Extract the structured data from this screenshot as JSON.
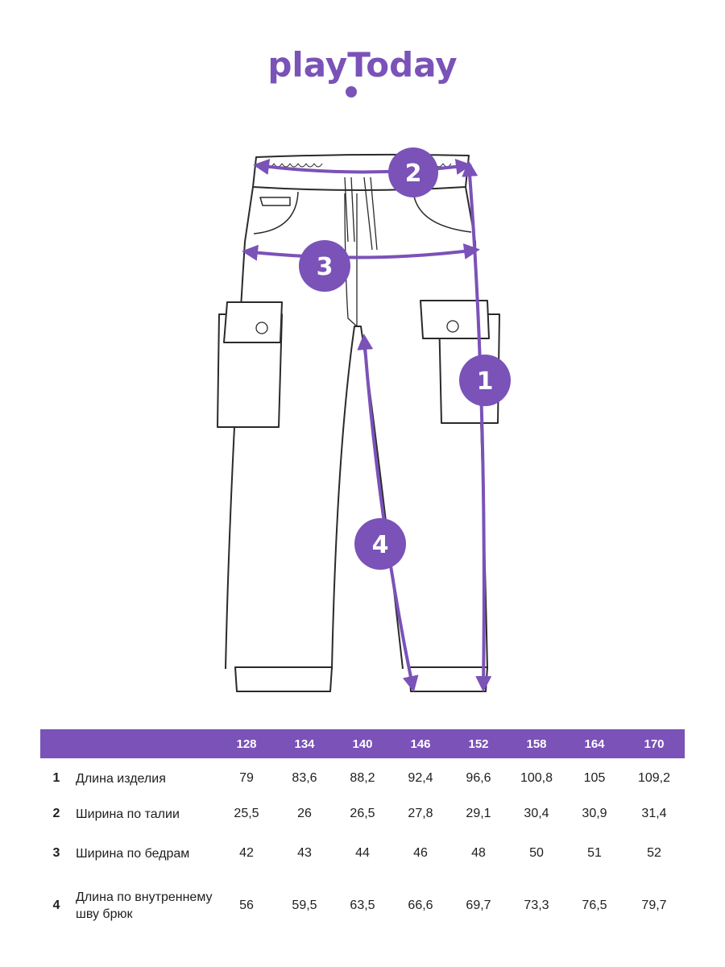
{
  "brand": {
    "name": "playToday",
    "color": "#7a52b8"
  },
  "diagram": {
    "markers": [
      {
        "label": "1",
        "meaning": "Длина изделия"
      },
      {
        "label": "2",
        "meaning": "Ширина по талии"
      },
      {
        "label": "3",
        "meaning": "Ширина по бедрам"
      },
      {
        "label": "4",
        "meaning": "Длина по внутреннему шву брюк"
      }
    ]
  },
  "table": {
    "sizes": [
      "128",
      "134",
      "140",
      "146",
      "152",
      "158",
      "164",
      "170"
    ],
    "rows": [
      {
        "num": "1",
        "name": "Длина изделия",
        "values": [
          "79",
          "83,6",
          "88,2",
          "92,4",
          "96,6",
          "100,8",
          "105",
          "109,2"
        ]
      },
      {
        "num": "2",
        "name": "Ширина по талии",
        "values": [
          "25,5",
          "26",
          "26,5",
          "27,8",
          "29,1",
          "30,4",
          "30,9",
          "31,4"
        ]
      },
      {
        "num": "3",
        "name": "Ширина по бедрам",
        "values": [
          "42",
          "43",
          "44",
          "46",
          "48",
          "50",
          "51",
          "52"
        ]
      },
      {
        "num": "4",
        "name": "Длина по внутреннему шву брюк",
        "values": [
          "56",
          "59,5",
          "63,5",
          "66,6",
          "69,7",
          "73,3",
          "76,5",
          "79,7"
        ]
      }
    ]
  }
}
